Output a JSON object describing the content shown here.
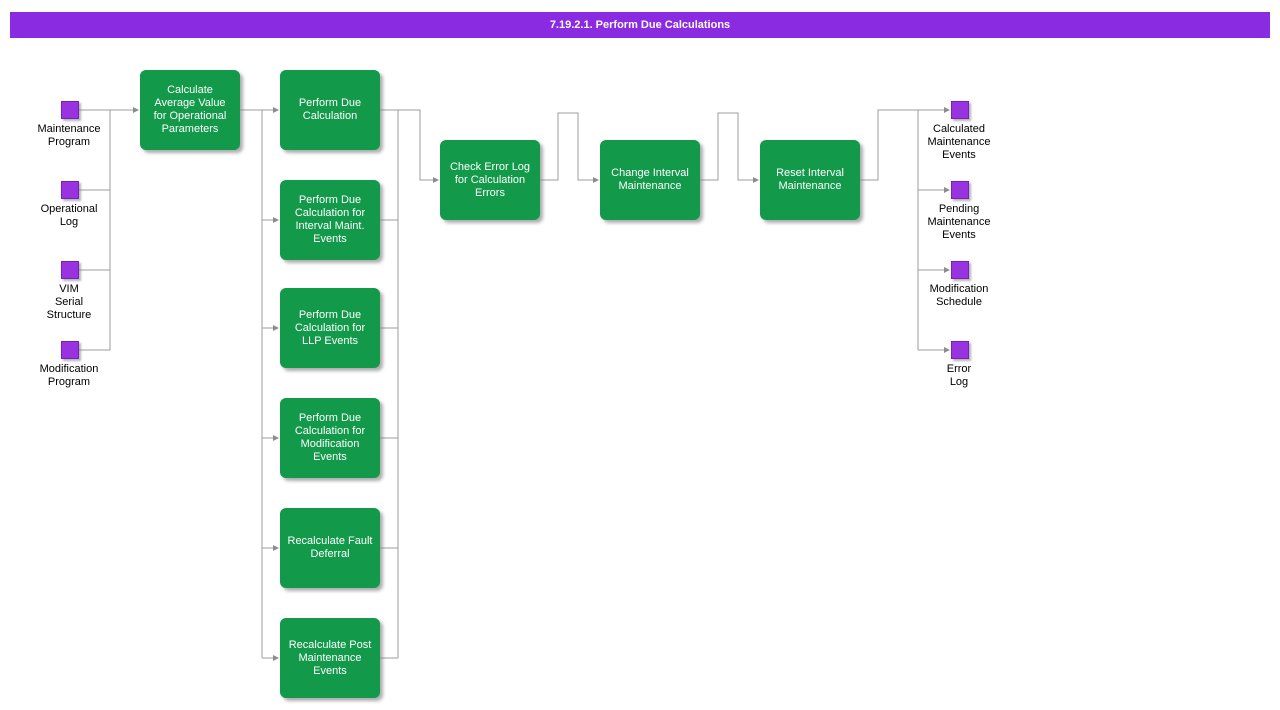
{
  "header": {
    "title": "7.19.2.1. Perform Due Calculations"
  },
  "colors": {
    "header_bg": "#8A2BE2",
    "process_fill": "#12994A",
    "artifact_fill": "#9933E0",
    "connector": "#999999"
  },
  "inputs": [
    {
      "label": "Maintenance\nProgram"
    },
    {
      "label": "Operational\nLog"
    },
    {
      "label": "VIM\nSerial\nStructure"
    },
    {
      "label": "Modification\nProgram"
    }
  ],
  "processes": [
    {
      "label": "Calculate\nAverage Value\nfor Operational\nParameters"
    },
    {
      "label": "Perform Due\nCalculation"
    },
    {
      "label": "Perform Due\nCalculation for\nInterval Maint.\nEvents"
    },
    {
      "label": "Perform Due\nCalculation for\nLLP Events"
    },
    {
      "label": "Perform Due\nCalculation for\nModification\nEvents"
    },
    {
      "label": "Recalculate Fault\nDeferral"
    },
    {
      "label": "Recalculate Post\nMaintenance\nEvents"
    },
    {
      "label": "Check Error Log\nfor Calculation\nErrors"
    },
    {
      "label": "Change Interval\nMaintenance"
    },
    {
      "label": "Reset Interval\nMaintenance"
    }
  ],
  "outputs": [
    {
      "label": "Calculated\nMaintenance\nEvents"
    },
    {
      "label": "Pending\nMaintenance\nEvents"
    },
    {
      "label": "Modification\nSchedule"
    },
    {
      "label": "Error\nLog"
    }
  ]
}
